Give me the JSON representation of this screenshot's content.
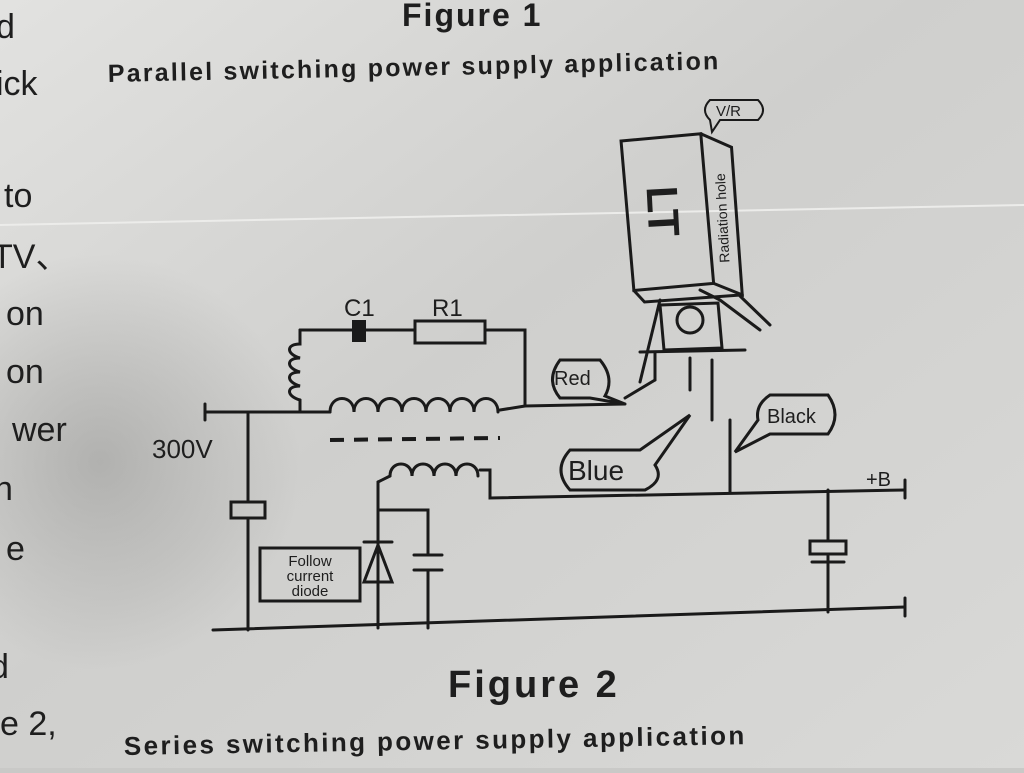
{
  "figure1": {
    "title": "Figure 1",
    "caption": "Parallel switching power supply application"
  },
  "figure2": {
    "title": "Figure 2",
    "caption": "Series switching power supply application"
  },
  "left_margin_fragments": [
    "d",
    "ick",
    "to",
    "TV、",
    "on",
    "on",
    "wer",
    "n",
    "e",
    "d",
    "e 2,"
  ],
  "diagram": {
    "voltage_label": "300V",
    "c1_label": "C1",
    "r1_label": "R1",
    "output_label": "+B",
    "component_label": "LT",
    "radiation_hole_label": "Radiation hole",
    "vr_label": "V/R",
    "wire_labels": {
      "red": "Red",
      "blue": "Blue",
      "black": "Black"
    },
    "diode_box": [
      "Follow",
      "current",
      "diode"
    ]
  },
  "colors": {
    "paper": "#d4d4d2",
    "ink": "#1a1a1a"
  }
}
